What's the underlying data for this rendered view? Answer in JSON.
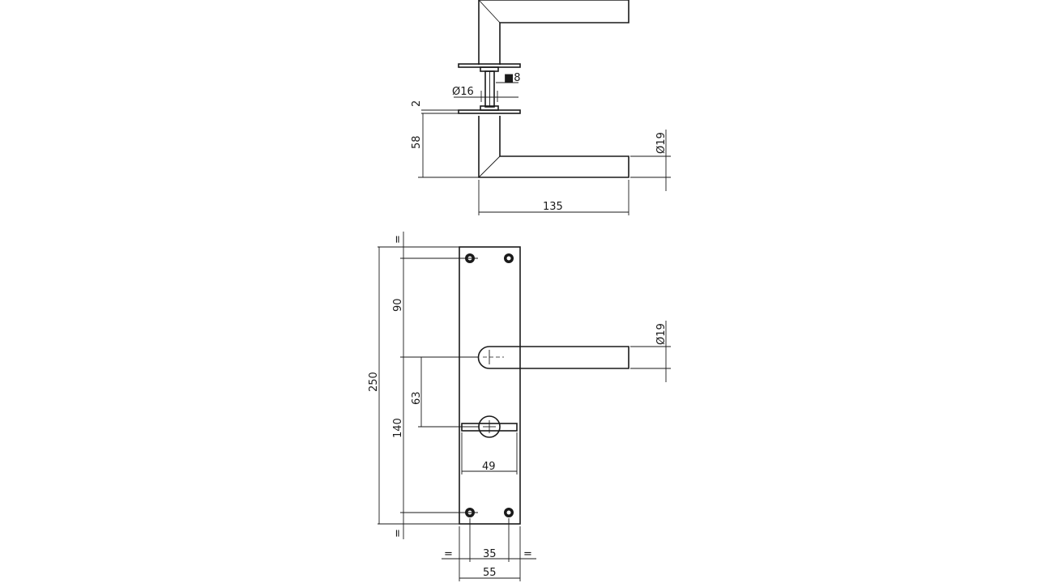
{
  "drawing": {
    "top_view": {
      "dims": {
        "square_spindle": "■8",
        "rose_diameter": "Ø16",
        "rose_thickness": "2",
        "handle_height": "58",
        "handle_diameter": "Ø19",
        "handle_length": "135"
      }
    },
    "front_view": {
      "dims": {
        "equal_top": "=",
        "equal_bottom": "=",
        "screw_to_handle": "90",
        "plate_height": "250",
        "handle_to_cylinder": "63",
        "screw_to_screw": "140",
        "handle_diameter": "Ø19",
        "turn_width": "49",
        "equal_left": "=",
        "screw_spacing": "35",
        "equal_right": "=",
        "plate_width": "55"
      }
    }
  }
}
